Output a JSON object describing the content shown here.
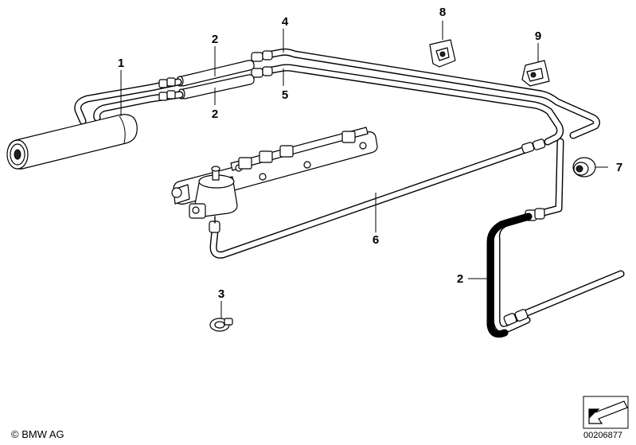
{
  "callouts": [
    {
      "id": "c1a",
      "text": "1"
    },
    {
      "id": "c2a",
      "text": "2"
    },
    {
      "id": "c2b",
      "text": "2"
    },
    {
      "id": "c2c",
      "text": "2"
    },
    {
      "id": "c3",
      "text": "3"
    },
    {
      "id": "c4",
      "text": "4"
    },
    {
      "id": "c5",
      "text": "5"
    },
    {
      "id": "c6",
      "text": "6"
    },
    {
      "id": "c7",
      "text": "7"
    },
    {
      "id": "c8",
      "text": "8"
    },
    {
      "id": "c9",
      "text": "9"
    }
  ],
  "footer": {
    "copyright": "© BMW AG",
    "diagram_code": "00206877"
  }
}
